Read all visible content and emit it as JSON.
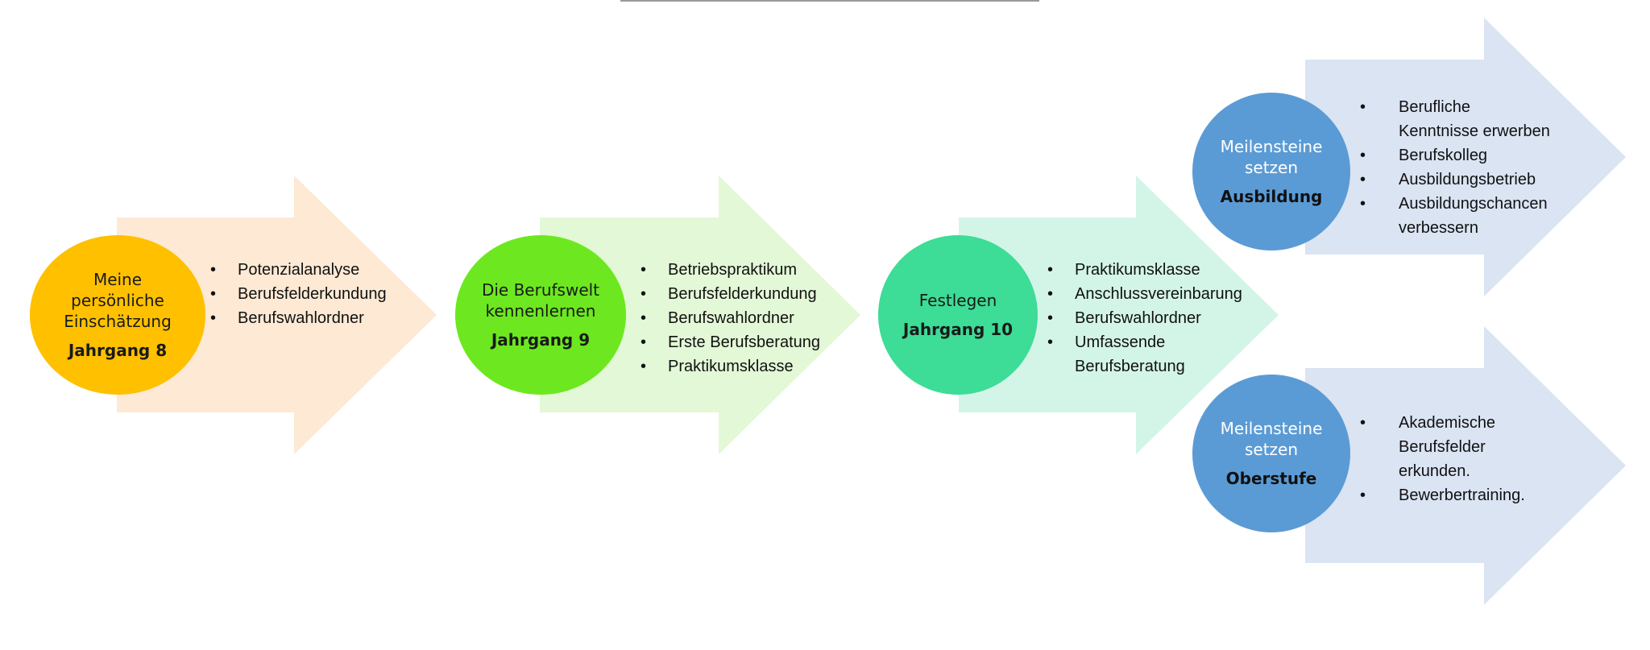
{
  "steps": [
    {
      "id": "jahrgang8",
      "title": "Meine persönliche Einschätzung",
      "subtitle": "Jahrgang 8",
      "items": [
        "Potenzialanalyse",
        "Berufsfelderkundung",
        "Berufswahlordner"
      ]
    },
    {
      "id": "jahrgang9",
      "title": "Die Berufswelt kennenlernen",
      "subtitle": "Jahrgang 9",
      "items": [
        "Betriebspraktikum",
        "Berufsfelderkundung",
        "Berufswahlordner",
        "Erste Berufsberatung",
        "Praktikumsklasse"
      ]
    },
    {
      "id": "jahrgang10",
      "title": "Festlegen",
      "subtitle": "Jahrgang 10",
      "items": [
        "Praktikumsklasse",
        "Anschlussvereinbarung",
        "Berufswahlordner",
        "Umfassende Berufsberatung"
      ]
    },
    {
      "id": "ausbildung",
      "title": "Meilensteine setzen",
      "subtitle": "Ausbildung",
      "items": [
        "Berufliche Kenntnisse erwerben",
        "Berufskolleg",
        "Ausbildungsbetrieb",
        "Ausbildungschancen verbessern"
      ]
    },
    {
      "id": "oberstufe",
      "title": "Meilensteine setzen",
      "subtitle": "Oberstufe",
      "items": [
        "Akademische Berufsfelder erkunden.",
        "Bewerbertraining."
      ]
    }
  ],
  "colors": {
    "circle_jahrgang8": "#FFC000",
    "arrow_jahrgang8": "#FDE9D4",
    "circle_jahrgang9": "#6DE820",
    "arrow_jahrgang9": "#E3F8D6",
    "circle_jahrgang10": "#3DDC97",
    "arrow_jahrgang10": "#D3F5E8",
    "circle_milestone": "#5B9BD5",
    "arrow_milestone": "#DAE4F3"
  }
}
